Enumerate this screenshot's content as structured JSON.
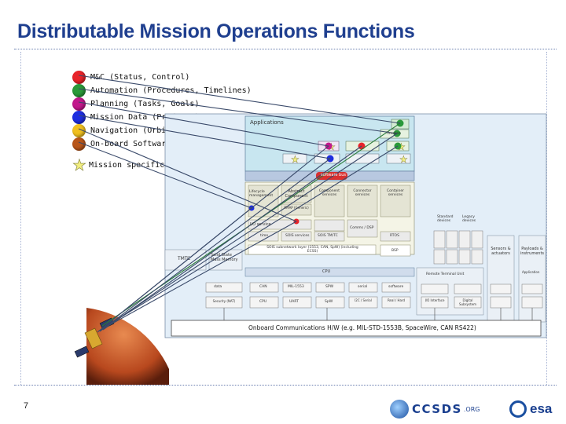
{
  "title": "Distributable Mission Operations Functions",
  "legend": [
    {
      "label": "M&C (Status, Control)",
      "color": "#e8232a"
    },
    {
      "label": "Automation (Procedures, Timelines)",
      "color": "#2a9a3a"
    },
    {
      "label": "Planning (Tasks, Goals)",
      "color": "#c2188c"
    },
    {
      "label": "Mission Data (Products)",
      "color": "#1e2ee0"
    },
    {
      "label": "Navigation (Orbit, Attitude)",
      "color": "#f0c020"
    },
    {
      "label": "On-board Software",
      "color": "#b8561a"
    }
  ],
  "mission_specific": "Mission specific services",
  "architecture": {
    "applications": "Applications",
    "timeline": "Timeline",
    "software_bus": "software bus",
    "lifecycle_mgmt": "Lifecycle management",
    "abstract_component": "Abstract Component",
    "component_services": "Component services",
    "connector_services": "Connector services",
    "container_services": "Container services",
    "rmap_sois": "RMAP (Generic)",
    "standard_devices": "Standard devices",
    "legacy_devices": "Legacy devices",
    "io_services": "I/O service",
    "time": "time",
    "sois_services": "SOIS services",
    "sois_tmtc": "SOIS TM/TC",
    "cmd_dsp": "Comms / DSP",
    "rtos": "RTOS",
    "subnetwork": "SOIS subnetwork layer (1553, CAN, SpW) (including ECSS)",
    "bsp": "BSP",
    "cpu": "CPU",
    "tmtc": "TMTC",
    "ssmm": "Solid State Mass Memory",
    "sensors": "Sensors & actuators",
    "payloads": "Payloads & instruments",
    "remote_terminal": "Remote Terminal Unit",
    "app_ctrl": "Application",
    "row1": [
      "data",
      "CAN",
      "MIL-1553",
      "SPW",
      "serial",
      "software"
    ],
    "row2": [
      "Security (NAT)",
      "CPU",
      "UART",
      "SpW",
      "I2C / Serial",
      "Real / Hard",
      "I/O Interface",
      "Digital Subsystem"
    ],
    "obc_comms": "Onboard Communications H/W (e.g. MIL-STD-1553B, SpaceWire, CAN RS422)"
  },
  "page_number": "7",
  "logos": {
    "ccsds": "CCSDS",
    "ccsds_suffix": ".ORG",
    "esa": "esa"
  },
  "colors": {
    "title": "#1f3f8f",
    "frame": "#a8b4d4"
  }
}
